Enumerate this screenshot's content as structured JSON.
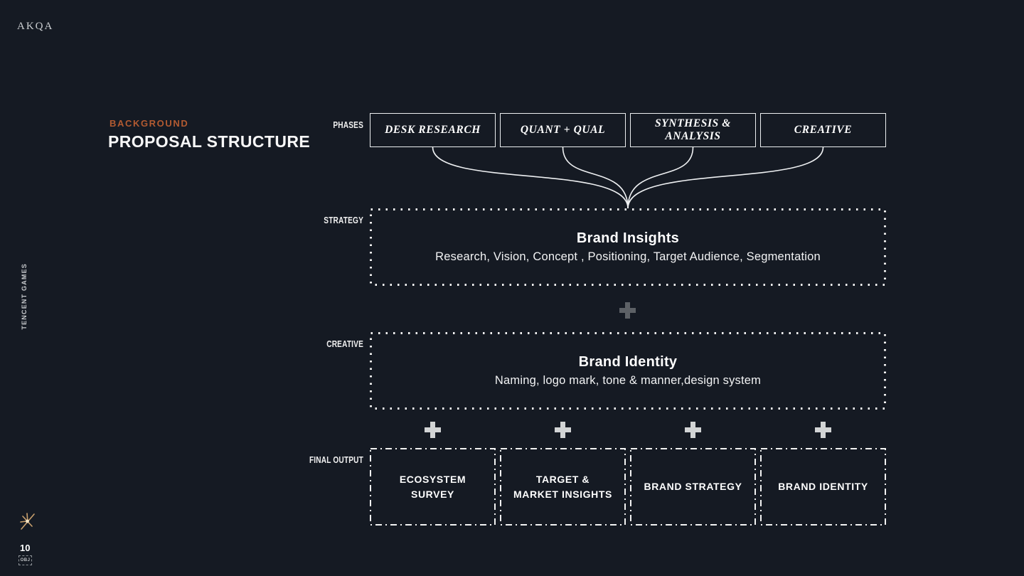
{
  "slide": {
    "brand_logo": "AKQA",
    "vertical_text": "TENCENT GAMES",
    "eyebrow": "BACKGROUND",
    "title": "PROPOSAL STRUCTURE",
    "page_number": "10",
    "obj_placeholder": "OBJ"
  },
  "row_labels": {
    "phases": "PHASES",
    "strategy": "STRATEGY",
    "creative": "CREATIVE",
    "final_output": "FINAL OUTPUT"
  },
  "phases": [
    "DESK RESEARCH",
    "QUANT + QUAL",
    "SYNTHESIS & ANALYSIS",
    "CREATIVE"
  ],
  "strategy": {
    "title": "Brand Insights",
    "subtitle": "Research, Vision, Concept , Positioning, Target Audience, Segmentation"
  },
  "creative": {
    "title": "Brand Identity",
    "subtitle": "Naming, logo mark, tone & manner,design system"
  },
  "final_outputs": [
    "ECOSYSTEM SURVEY",
    "TARGET & MARKET INSIGHTS",
    "BRAND STRATEGY",
    "BRAND IDENTITY"
  ],
  "icons": {
    "plus": "plus-icon",
    "sparkle": "sparkle-icon"
  },
  "colors": {
    "background": "#151a23",
    "accent_orange": "#b25a31",
    "text_white": "#f5f5f5",
    "box_border_white": "#eceff1",
    "plus_dark": "#5d6166",
    "plus_light": "#d2d4d5",
    "sparkle_gold": "#d2a878"
  }
}
